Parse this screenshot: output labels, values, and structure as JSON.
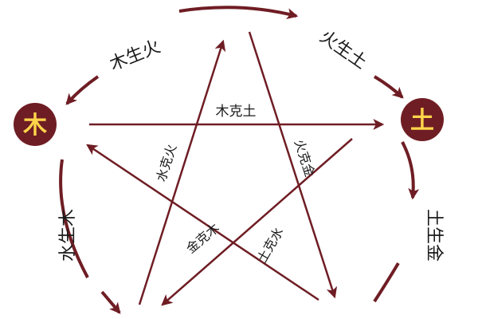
{
  "nodes": {
    "wood": "木",
    "earth": "土"
  },
  "generating_cycle": {
    "wood_fire": "木生火",
    "fire_earth": "火生土",
    "earth_metal": "土生金",
    "water_wood": "水生木"
  },
  "controlling_cycle": {
    "wood_earth": "木克土",
    "water_fire": "水克火",
    "fire_metal": "火克金",
    "metal_wood": "金克木",
    "earth_water": "土克水"
  },
  "colors": {
    "line": "#6f1d24",
    "node_fill": "#6f1d24",
    "node_text": "#ffd54a",
    "background": "#ffffff"
  }
}
